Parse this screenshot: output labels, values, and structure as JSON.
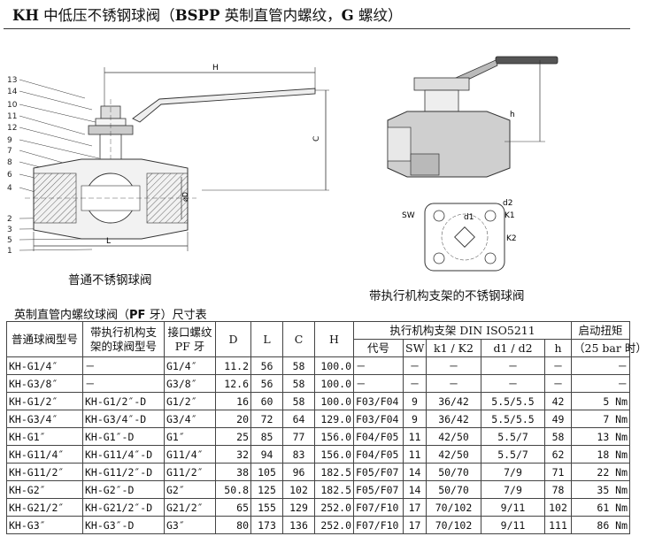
{
  "title": {
    "brand": "KH",
    "text": " 中低压不锈钢球阀（",
    "std": "BSPP",
    "text2": " 英制直管内螺纹，",
    "g": "G",
    "text3": " 螺纹）"
  },
  "diagram_left": {
    "caption": "普通不锈钢球阀",
    "part_numbers": [
      "13",
      "14",
      "10",
      "11",
      "12",
      "9",
      "7",
      "8",
      "6",
      "4",
      "2",
      "3",
      "5",
      "1"
    ],
    "dim_labels": {
      "H": "H",
      "C": "C",
      "D": "øD",
      "L": "L"
    }
  },
  "diagram_right": {
    "caption": "带执行机构支架的不锈钢球阀",
    "dim_labels": {
      "h": "h",
      "sw": "SW",
      "d2": "d2",
      "d1": "d1",
      "k1": "K1",
      "k2": "K2"
    }
  },
  "table": {
    "caption_pre": "英制直管内螺纹球阀（",
    "caption_bold": "PF",
    "caption_post": " 牙）尺寸表",
    "headers": {
      "c1": "普通球阀型号",
      "c2a": "带执行机构支",
      "c2b": "架的球阀型号",
      "c3a": "接口螺纹",
      "c3b": "PF 牙",
      "d": "D",
      "l": "L",
      "c": "C",
      "h": "H",
      "group": "执行机构支架 DIN ISO5211",
      "code": "代号",
      "sw": "SW",
      "k": "k1 / K2",
      "dd": "d1 / d2",
      "hh": "h",
      "torque_a": "启动扭矩",
      "torque_b": "（25 bar 时）"
    },
    "rows": [
      [
        "KH-G1/4″",
        "－",
        "G1/4″",
        "11.2",
        "56",
        "58",
        "100.0",
        "－",
        "－",
        "－",
        "－",
        "－",
        "－"
      ],
      [
        "KH-G3/8″",
        "－",
        "G3/8″",
        "12.6",
        "56",
        "58",
        "100.0",
        "－",
        "－",
        "－",
        "－",
        "－",
        "－"
      ],
      [
        "KH-G1/2″",
        "KH-G1/2″-D",
        "G1/2″",
        "16",
        "60",
        "58",
        "100.0",
        "F03/F04",
        "9",
        "36/42",
        "5.5/5.5",
        "42",
        "5 Nm"
      ],
      [
        "KH-G3/4″",
        "KH-G3/4″-D",
        "G3/4″",
        "20",
        "72",
        "64",
        "129.0",
        "F03/F04",
        "9",
        "36/42",
        "5.5/5.5",
        "49",
        "7 Nm"
      ],
      [
        "KH-G1″",
        "KH-G1″-D",
        "G1″",
        "25",
        "85",
        "77",
        "156.0",
        "F04/F05",
        "11",
        "42/50",
        "5.5/7",
        "58",
        "13 Nm"
      ],
      [
        "KH-G11/4″",
        "KH-G11/4″-D",
        "G11/4″",
        "32",
        "94",
        "83",
        "156.0",
        "F04/F05",
        "11",
        "42/50",
        "5.5/7",
        "62",
        "18 Nm"
      ],
      [
        "KH-G11/2″",
        "KH-G11/2″-D",
        "G11/2″",
        "38",
        "105",
        "96",
        "182.5",
        "F05/F07",
        "14",
        "50/70",
        "7/9",
        "71",
        "22 Nm"
      ],
      [
        "KH-G2″",
        "KH-G2″-D",
        "G2″",
        "50.8",
        "125",
        "102",
        "182.5",
        "F05/F07",
        "14",
        "50/70",
        "7/9",
        "78",
        "35 Nm"
      ],
      [
        "KH-G21/2″",
        "KH-G21/2″-D",
        "G21/2″",
        "65",
        "155",
        "129",
        "252.0",
        "F07/F10",
        "17",
        "70/102",
        "9/11",
        "102",
        "61 Nm"
      ],
      [
        "KH-G3″",
        "KH-G3″-D",
        "G3″",
        "80",
        "173",
        "136",
        "252.0",
        "F07/F10",
        "17",
        "70/102",
        "9/11",
        "111",
        "86 Nm"
      ]
    ]
  }
}
